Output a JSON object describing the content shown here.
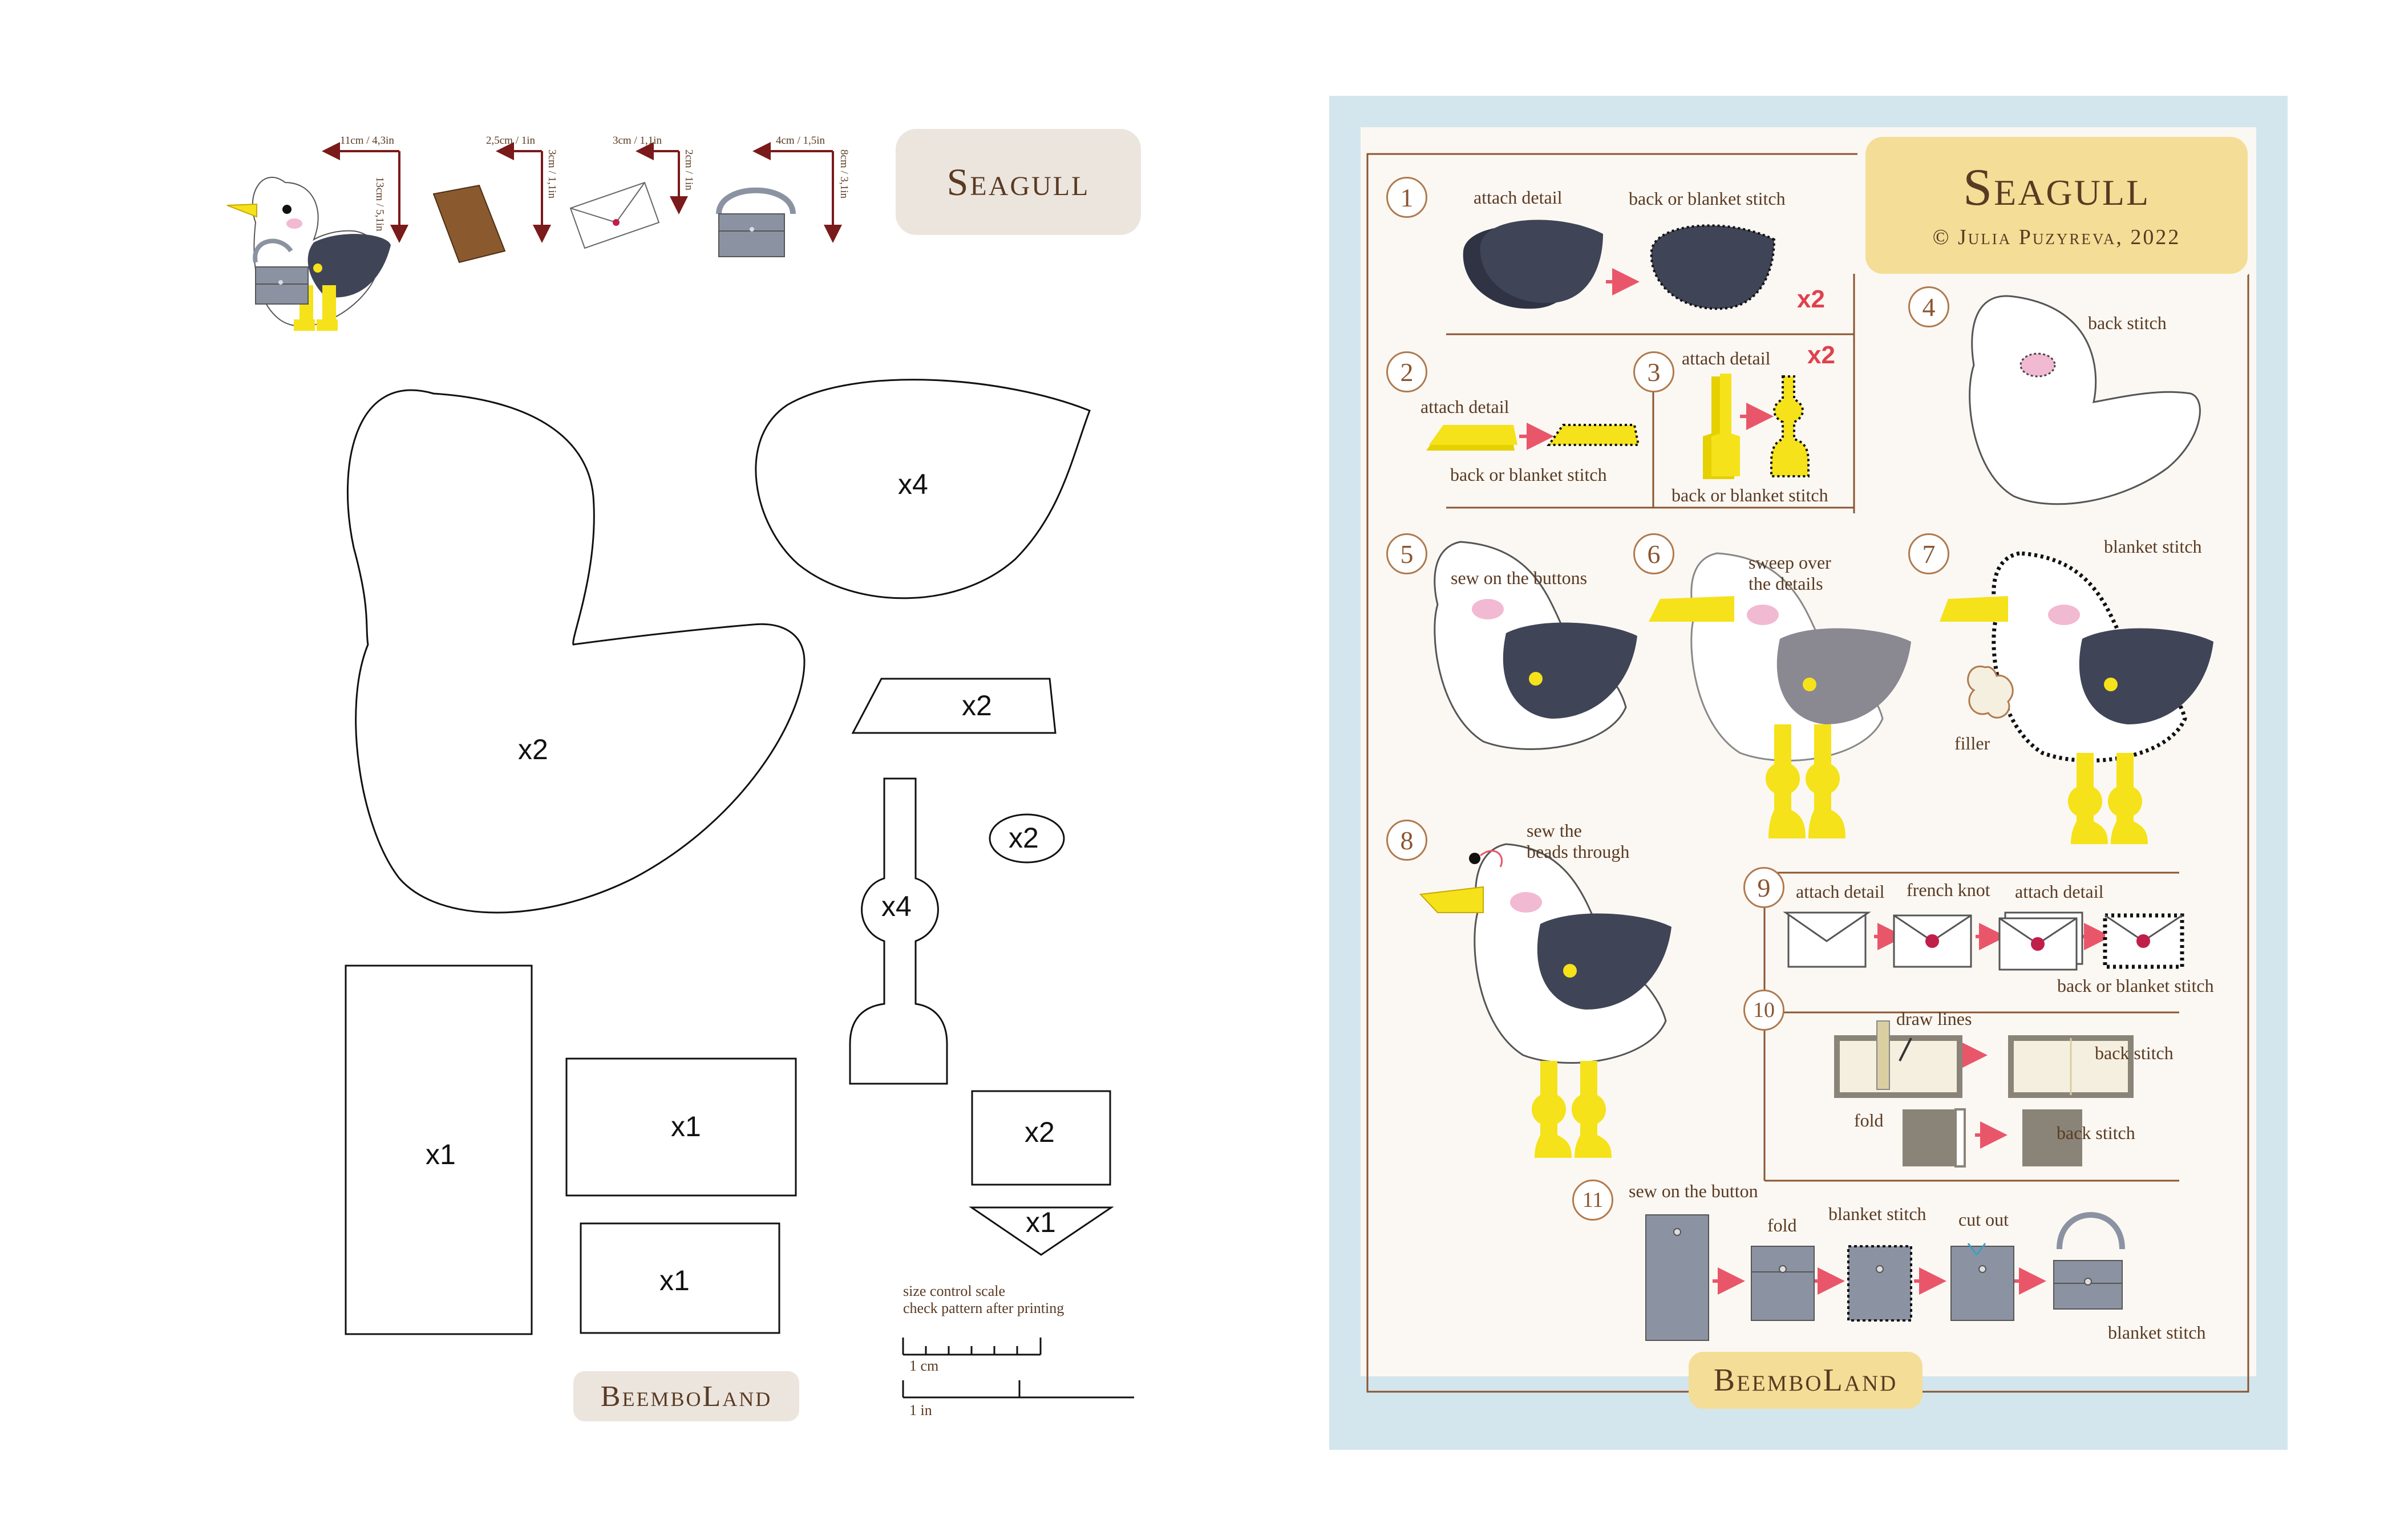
{
  "left": {
    "title": "Seagull",
    "brand": "BeemboLand",
    "dims": [
      {
        "h": "11cm / 4,3in",
        "v": "13cm / 5,1in"
      },
      {
        "h": "2,5cm / 1in",
        "v": "3cm / 1,1in"
      },
      {
        "h": "3cm / 1,1in",
        "v": "2cm / 1in"
      },
      {
        "h": "4cm / 1,5in",
        "v": "8cm / 3,1in"
      }
    ],
    "pieces": {
      "body": "x2",
      "wing": "x4",
      "beak": "x2",
      "cheek": "x2",
      "leg": "x4",
      "rect_tall": "x1",
      "rect_mid": "x1",
      "rect_small": "x1",
      "env": "x2",
      "env_flap": "x1"
    },
    "scale": {
      "line1": "size control scale",
      "line2": "check pattern after printing",
      "cm": "1 cm",
      "in": "1 in"
    }
  },
  "right": {
    "title": "Seagull",
    "subtitle": "© Julia Puzyreva, 2022",
    "brand": "BeemboLand",
    "steps": {
      "s1": {
        "num": "1",
        "a": "attach detail",
        "b": "back or blanket stitch",
        "mult": "x2"
      },
      "s2": {
        "num": "2",
        "a": "attach detail",
        "b": "back or blanket stitch"
      },
      "s3": {
        "num": "3",
        "a": "attach detail",
        "b": "back or blanket stitch",
        "mult": "x2"
      },
      "s4": {
        "num": "4",
        "a": "back stitch"
      },
      "s5": {
        "num": "5",
        "a": "sew on the buttons"
      },
      "s6": {
        "num": "6",
        "a": "sweep over",
        "b": "the details"
      },
      "s7": {
        "num": "7",
        "a": "blanket stitch",
        "b": "filler"
      },
      "s8": {
        "num": "8",
        "a": "sew the",
        "b": "beads through"
      },
      "s9": {
        "num": "9",
        "a": "attach detail",
        "b": "french knot",
        "c": "attach detail",
        "d": "back or blanket stitch"
      },
      "s10": {
        "num": "10",
        "a": "draw lines",
        "b": "back stitch",
        "c": "fold",
        "d": "back stitch"
      },
      "s11": {
        "num": "11",
        "a": "sew on the button",
        "b": "fold",
        "c": "blanket stitch",
        "d": "cut out",
        "e": "blanket stitch"
      }
    }
  },
  "colors": {
    "wing": "#3f4456",
    "wing_grey": "#8a8890",
    "beak": "#f5e21a",
    "beak_outline": "#c9a800",
    "cheek": "#f2b9d2",
    "bag": "#8b93a2",
    "book": "#8a5a2e",
    "arrow_dark": "#7a1a1a",
    "arrow_pink": "#e9566a",
    "sky": "#d3e6ee",
    "paper": "#fbf8f3",
    "title_bg": "#f4dd96",
    "left_title_bg": "#ebe5de"
  }
}
